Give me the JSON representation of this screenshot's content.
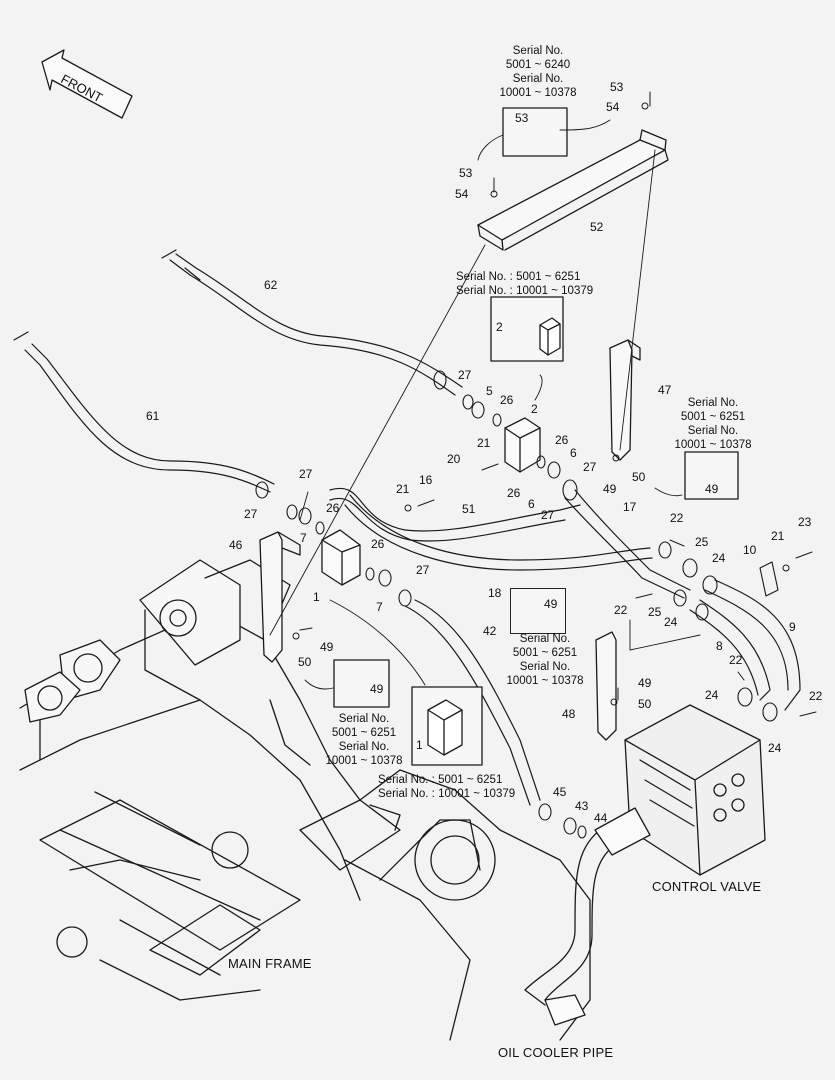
{
  "directions": {
    "front": "FRONT"
  },
  "captions": {
    "main_frame": "MAIN FRAME",
    "control_valve": "CONTROL VALVE",
    "oil_cooler_pipe": "OIL COOLER PIPE"
  },
  "serial_notes": {
    "bracket_top": [
      "Serial No.",
      "5001 ~ 6240",
      "Serial No.",
      "10001 ~ 10378"
    ],
    "valve_upper": [
      "Serial No. : 5001 ~ 6251",
      "Serial No. : 10001 ~ 10379"
    ],
    "bracket_right": [
      "Serial No.",
      "5001 ~ 6251",
      "Serial No.",
      "10001 ~ 10378"
    ],
    "bracket_mid": [
      "5001 ~ 6251",
      "Serial No.",
      "10001 ~ 10378"
    ],
    "frame_left": [
      "Serial No.",
      "5001 ~ 6251",
      "Serial No.",
      "10001 ~ 10378"
    ],
    "valve_lower": [
      "Serial No. : 5001 ~ 6251",
      "Serial No. : 10001 ~ 10379"
    ],
    "serial_word": "Serial No."
  },
  "parts": {
    "p1": "1",
    "p2": "2",
    "p5": "5",
    "p6": "6",
    "p7": "7",
    "p8": "8",
    "p9": "9",
    "p10": "10",
    "p16": "16",
    "p17": "17",
    "p18": "18",
    "p20": "20",
    "p21": "21",
    "p22": "22",
    "p23": "23",
    "p24": "24",
    "p25": "25",
    "p26": "26",
    "p27": "27",
    "p42": "42",
    "p43": "43",
    "p44": "44",
    "p45": "45",
    "p46": "46",
    "p47": "47",
    "p48": "48",
    "p49": "49",
    "p50": "50",
    "p51": "51",
    "p52": "52",
    "p53": "53",
    "p54": "54",
    "p61": "61",
    "p62": "62"
  }
}
